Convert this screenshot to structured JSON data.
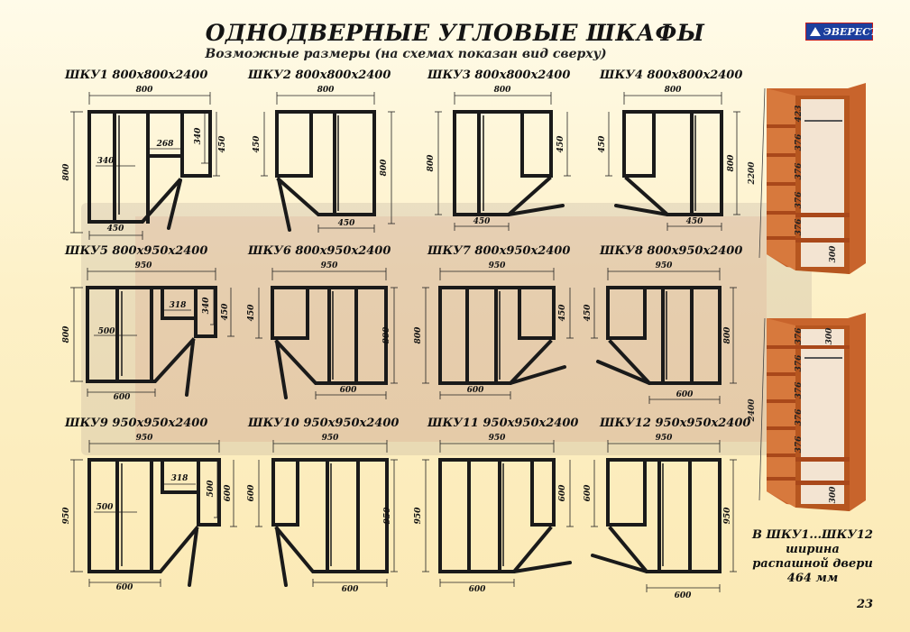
{
  "header": {
    "title": "ОДНОДВЕРНЫЕ УГЛОВЫЕ ШКАФЫ",
    "subtitle": "Возможные размеры (на схемах показан вид сверху)",
    "logo_text": "ЭВЕРЕСТ"
  },
  "schemes": [
    {
      "caption": "ШКУ1 800x800x2400",
      "width": "800",
      "depth": "800",
      "dim_a": "268",
      "dim_b": "340",
      "dim_c": "450",
      "dim_d": "340",
      "dim_e": "450"
    },
    {
      "caption": "ШКУ2 800x800x2400",
      "width": "800",
      "depth": "800",
      "dim_c": "450",
      "dim_e": "450"
    },
    {
      "caption": "ШКУ3 800x800x2400",
      "width": "800",
      "depth": "800",
      "dim_c": "450",
      "dim_e": "450"
    },
    {
      "caption": "ШКУ4 800x800x2400",
      "width": "800",
      "depth": "800",
      "dim_c": "450",
      "dim_e": "450"
    },
    {
      "caption": "ШКУ5 800x950x2400",
      "width": "950",
      "depth": "800",
      "dim_a": "318",
      "dim_b": "340",
      "dim_c": "450",
      "dim_d": "500",
      "dim_e": "600"
    },
    {
      "caption": "ШКУ6 800x950x2400",
      "width": "950",
      "depth": "800",
      "dim_c": "450",
      "dim_e": "600"
    },
    {
      "caption": "ШКУ7 800x950x2400",
      "width": "950",
      "depth": "800",
      "dim_c": "450",
      "dim_e": "600"
    },
    {
      "caption": "ШКУ8 800x950x2400",
      "width": "950",
      "depth": "800",
      "dim_c": "450",
      "dim_e": "600"
    },
    {
      "caption": "ШКУ9 950x950x2400",
      "width": "950",
      "depth": "950",
      "dim_a": "318",
      "dim_b": "500",
      "dim_c": "600",
      "dim_d": "500",
      "dim_e": "600"
    },
    {
      "caption": "ШКУ10 950x950x2400",
      "width": "950",
      "depth": "950",
      "dim_c": "600",
      "dim_e": "600"
    },
    {
      "caption": "ШКУ11 950x950x2400",
      "width": "950",
      "depth": "950",
      "dim_c": "600",
      "dim_e": "600"
    },
    {
      "caption": "ШКУ12 950x950x2400",
      "width": "950",
      "depth": "950",
      "dim_c": "600",
      "dim_e": "600"
    }
  ],
  "photo_top": {
    "height": "2200",
    "shelf_labels": [
      "423",
      "376",
      "376",
      "376",
      "376",
      "300"
    ]
  },
  "photo_bottom": {
    "height": "2400",
    "shelf_labels": [
      "376",
      "300",
      "376",
      "376",
      "376",
      "376",
      "300"
    ]
  },
  "door_note": {
    "line1": "В ШКУ1...ШКУ12",
    "line2": "ширина",
    "line3": "распашной двери",
    "line4": "464 мм"
  },
  "page_number": "23",
  "colors": {
    "wood": "#c8642c",
    "line": "#1a1a1a",
    "logo_bg": "#1c3f9e",
    "logo_border": "#c61d1d"
  }
}
